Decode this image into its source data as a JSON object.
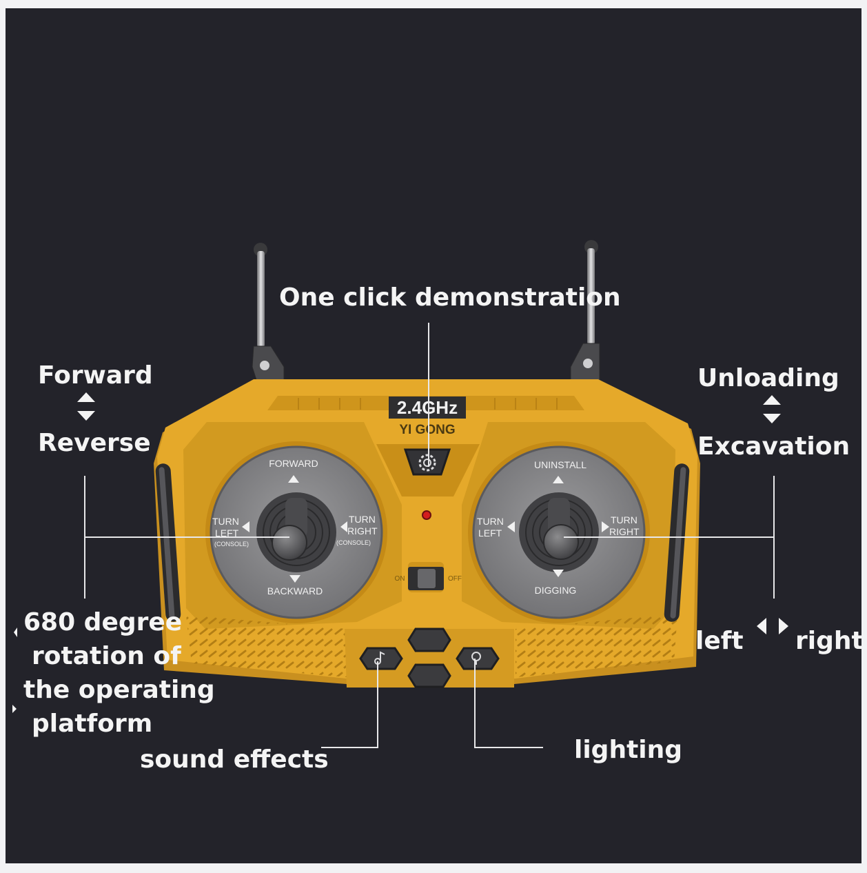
{
  "callouts": {
    "demo": "One click demonstration",
    "forward": "Forward",
    "reverse": "Reverse",
    "unloading": "Unloading",
    "excavation": "Excavation",
    "left": "left",
    "right": "right",
    "sound": "sound effects",
    "lighting": "lighting",
    "rotation": {
      "line1": "680 degree",
      "line2": "rotation of",
      "line3": "the operating",
      "line4": "platform"
    }
  },
  "remote": {
    "frequency": "2.4GHz",
    "brand": "YI GONG",
    "switch_on": "ON",
    "switch_off": "OFF",
    "left_stick": {
      "up": "FORWARD",
      "down": "BACKWARD",
      "left_1": "TURN",
      "left_2": "LEFT",
      "left_3": "(CONSOLE)",
      "right_1": "TURN",
      "right_2": "RIGHT",
      "right_3": "(CONSOLE)"
    },
    "right_stick": {
      "up": "UNINSTALL",
      "down": "DIGGING",
      "left_1": "TURN",
      "left_2": "LEFT",
      "right_1": "TURN",
      "right_2": "RIGHT"
    }
  },
  "colors": {
    "background": "#23232a",
    "body": "#e5a92a",
    "dial": "#8a8a8c",
    "label_text": "#f4f4f4"
  },
  "icons": [
    "gear-icon",
    "music-note-icon",
    "light-bulb-icon"
  ]
}
